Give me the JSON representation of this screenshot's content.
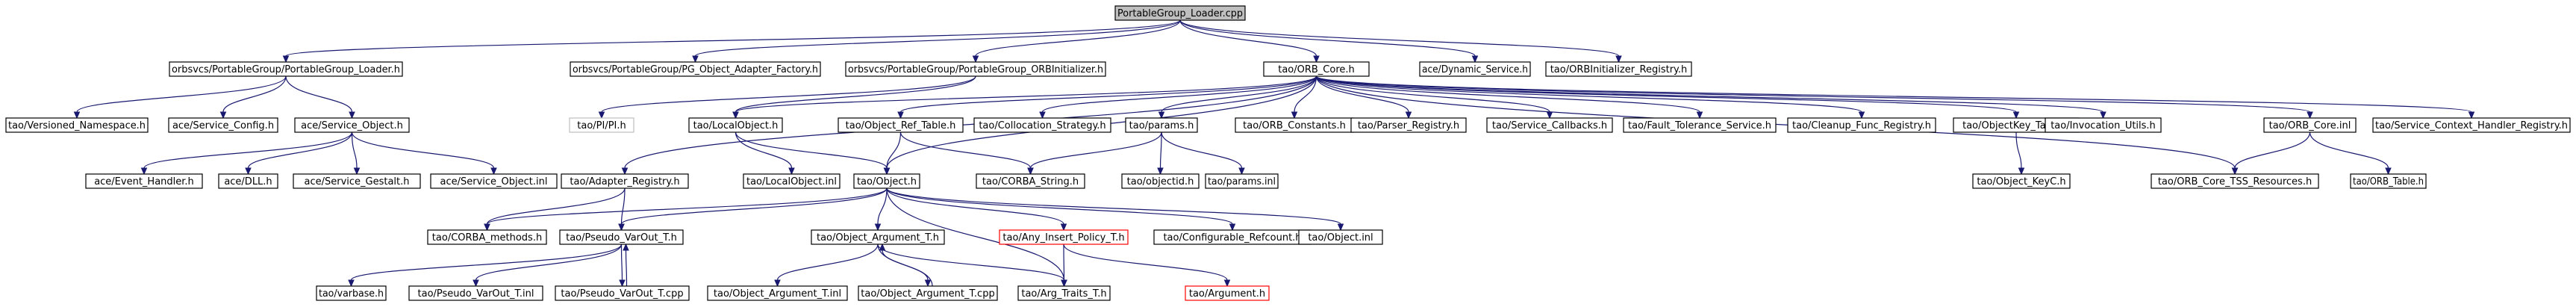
{
  "graph": {
    "nodes": [
      {
        "id": "root",
        "label": "PortableGroup_Loader.cpp",
        "style": "root"
      },
      {
        "id": "loader_h",
        "label": "orbsvcs/PortableGroup/PortableGroup_Loader.h",
        "style": "normal"
      },
      {
        "id": "pg_oaf",
        "label": "orbsvcs/PortableGroup/PG_Object_Adapter_Factory.h",
        "style": "normal"
      },
      {
        "id": "pg_orbinit",
        "label": "orbsvcs/PortableGroup/PortableGroup_ORBInitializer.h",
        "style": "normal"
      },
      {
        "id": "orb_core_h",
        "label": "tao/ORB_Core.h",
        "style": "normal"
      },
      {
        "id": "dyn_service",
        "label": "ace/Dynamic_Service.h",
        "style": "normal"
      },
      {
        "id": "orbinit_reg",
        "label": "tao/ORBInitializer_Registry.h",
        "style": "normal"
      },
      {
        "id": "versioned_ns",
        "label": "tao/Versioned_Namespace.h",
        "style": "normal"
      },
      {
        "id": "service_config",
        "label": "ace/Service_Config.h",
        "style": "normal"
      },
      {
        "id": "service_object_h",
        "label": "ace/Service_Object.h",
        "style": "normal"
      },
      {
        "id": "pi_h",
        "label": "tao/PI/PI.h",
        "style": "gray"
      },
      {
        "id": "localobject_h",
        "label": "tao/LocalObject.h",
        "style": "normal"
      },
      {
        "id": "obj_ref_table",
        "label": "tao/Object_Ref_Table.h",
        "style": "normal"
      },
      {
        "id": "collocation",
        "label": "tao/Collocation_Strategy.h",
        "style": "normal"
      },
      {
        "id": "params_h",
        "label": "tao/params.h",
        "style": "normal"
      },
      {
        "id": "orb_constants",
        "label": "tao/ORB_Constants.h",
        "style": "normal"
      },
      {
        "id": "parser_reg",
        "label": "tao/Parser_Registry.h",
        "style": "normal"
      },
      {
        "id": "service_callbacks",
        "label": "tao/Service_Callbacks.h",
        "style": "normal"
      },
      {
        "id": "fault_tolerance",
        "label": "tao/Fault_Tolerance_Service.h",
        "style": "normal"
      },
      {
        "id": "cleanup_func",
        "label": "tao/Cleanup_Func_Registry.h",
        "style": "normal"
      },
      {
        "id": "objectkey_table",
        "label": "tao/ObjectKey_Table.h",
        "style": "normal"
      },
      {
        "id": "invocation_utils",
        "label": "tao/Invocation_Utils.h",
        "style": "normal"
      },
      {
        "id": "orb_core_inl",
        "label": "tao/ORB_Core.inl",
        "style": "normal"
      },
      {
        "id": "svc_ctx_handler",
        "label": "tao/Service_Context_Handler_Registry.h",
        "style": "normal"
      },
      {
        "id": "event_handler",
        "label": "ace/Event_Handler.h",
        "style": "normal"
      },
      {
        "id": "dll_h",
        "label": "ace/DLL.h",
        "style": "normal"
      },
      {
        "id": "service_gestalt",
        "label": "ace/Service_Gestalt.h",
        "style": "normal"
      },
      {
        "id": "service_object_inl",
        "label": "ace/Service_Object.inl",
        "style": "normal"
      },
      {
        "id": "adapter_registry",
        "label": "tao/Adapter_Registry.h",
        "style": "normal"
      },
      {
        "id": "localobject_inl",
        "label": "tao/LocalObject.inl",
        "style": "normal"
      },
      {
        "id": "object_h",
        "label": "tao/Object.h",
        "style": "normal"
      },
      {
        "id": "corba_string",
        "label": "tao/CORBA_String.h",
        "style": "normal"
      },
      {
        "id": "objectid_h",
        "label": "tao/objectid.h",
        "style": "normal"
      },
      {
        "id": "params_inl",
        "label": "tao/params.inl",
        "style": "normal"
      },
      {
        "id": "object_keyc",
        "label": "tao/Object_KeyC.h",
        "style": "normal"
      },
      {
        "id": "tss_resources",
        "label": "tao/ORB_Core_TSS_Resources.h",
        "style": "normal"
      },
      {
        "id": "orb_table",
        "label": "tao/ORB_Table.h",
        "style": "normal"
      },
      {
        "id": "corba_methods",
        "label": "tao/CORBA_methods.h",
        "style": "normal"
      },
      {
        "id": "pseudo_varout_h",
        "label": "tao/Pseudo_VarOut_T.h",
        "style": "normal"
      },
      {
        "id": "obj_arg_t_h",
        "label": "tao/Object_Argument_T.h",
        "style": "normal"
      },
      {
        "id": "any_insert",
        "label": "tao/Any_Insert_Policy_T.h",
        "style": "red"
      },
      {
        "id": "config_refcount",
        "label": "tao/Configurable_Refcount.h",
        "style": "normal"
      },
      {
        "id": "object_inl",
        "label": "tao/Object.inl",
        "style": "normal"
      },
      {
        "id": "varbase",
        "label": "tao/varbase.h",
        "style": "normal"
      },
      {
        "id": "pseudo_varout_inl",
        "label": "tao/Pseudo_VarOut_T.inl",
        "style": "normal"
      },
      {
        "id": "pseudo_varout_cpp",
        "label": "tao/Pseudo_VarOut_T.cpp",
        "style": "normal"
      },
      {
        "id": "obj_arg_t_inl",
        "label": "tao/Object_Argument_T.inl",
        "style": "normal"
      },
      {
        "id": "obj_arg_t_cpp",
        "label": "tao/Object_Argument_T.cpp",
        "style": "normal"
      },
      {
        "id": "arg_traits",
        "label": "tao/Arg_Traits_T.h",
        "style": "normal"
      },
      {
        "id": "argument_h",
        "label": "tao/Argument.h",
        "style": "red"
      }
    ],
    "edges": [
      [
        "root",
        "loader_h"
      ],
      [
        "root",
        "pg_oaf"
      ],
      [
        "root",
        "pg_orbinit"
      ],
      [
        "root",
        "orb_core_h"
      ],
      [
        "root",
        "dyn_service"
      ],
      [
        "root",
        "orbinit_reg"
      ],
      [
        "loader_h",
        "versioned_ns"
      ],
      [
        "loader_h",
        "service_config"
      ],
      [
        "loader_h",
        "service_object_h"
      ],
      [
        "service_object_h",
        "event_handler"
      ],
      [
        "service_object_h",
        "dll_h"
      ],
      [
        "service_object_h",
        "service_gestalt"
      ],
      [
        "service_object_h",
        "service_object_inl"
      ],
      [
        "pg_orbinit",
        "pi_h"
      ],
      [
        "pg_orbinit",
        "localobject_h"
      ],
      [
        "orb_core_h",
        "localobject_h"
      ],
      [
        "orb_core_h",
        "adapter_registry"
      ],
      [
        "orb_core_h",
        "obj_ref_table"
      ],
      [
        "orb_core_h",
        "collocation"
      ],
      [
        "orb_core_h",
        "params_h"
      ],
      [
        "orb_core_h",
        "orb_constants"
      ],
      [
        "orb_core_h",
        "parser_reg"
      ],
      [
        "orb_core_h",
        "service_callbacks"
      ],
      [
        "orb_core_h",
        "fault_tolerance"
      ],
      [
        "orb_core_h",
        "cleanup_func"
      ],
      [
        "orb_core_h",
        "objectkey_table"
      ],
      [
        "orb_core_h",
        "invocation_utils"
      ],
      [
        "orb_core_h",
        "orb_core_inl"
      ],
      [
        "orb_core_h",
        "svc_ctx_handler"
      ],
      [
        "orb_core_h",
        "object_h"
      ],
      [
        "orb_core_h",
        "tss_resources"
      ],
      [
        "localobject_h",
        "localobject_inl"
      ],
      [
        "localobject_h",
        "object_h"
      ],
      [
        "obj_ref_table",
        "object_h"
      ],
      [
        "obj_ref_table",
        "corba_string"
      ],
      [
        "params_h",
        "corba_string"
      ],
      [
        "params_h",
        "objectid_h"
      ],
      [
        "params_h",
        "params_inl"
      ],
      [
        "objectkey_table",
        "object_keyc"
      ],
      [
        "orb_core_inl",
        "tss_resources"
      ],
      [
        "orb_core_inl",
        "orb_table"
      ],
      [
        "adapter_registry",
        "corba_methods"
      ],
      [
        "adapter_registry",
        "pseudo_varout_h"
      ],
      [
        "object_h",
        "corba_methods"
      ],
      [
        "object_h",
        "pseudo_varout_h"
      ],
      [
        "object_h",
        "obj_arg_t_h"
      ],
      [
        "object_h",
        "any_insert"
      ],
      [
        "object_h",
        "config_refcount"
      ],
      [
        "object_h",
        "object_inl"
      ],
      [
        "object_h",
        "arg_traits"
      ],
      [
        "pseudo_varout_h",
        "varbase"
      ],
      [
        "pseudo_varout_h",
        "pseudo_varout_inl"
      ],
      [
        "pseudo_varout_h",
        "pseudo_varout_cpp"
      ],
      [
        "pseudo_varout_cpp",
        "pseudo_varout_h"
      ],
      [
        "obj_arg_t_h",
        "obj_arg_t_inl"
      ],
      [
        "obj_arg_t_h",
        "obj_arg_t_cpp"
      ],
      [
        "obj_arg_t_h",
        "arg_traits"
      ],
      [
        "obj_arg_t_cpp",
        "obj_arg_t_h"
      ],
      [
        "any_insert",
        "arg_traits"
      ],
      [
        "any_insert",
        "argument_h"
      ]
    ]
  }
}
